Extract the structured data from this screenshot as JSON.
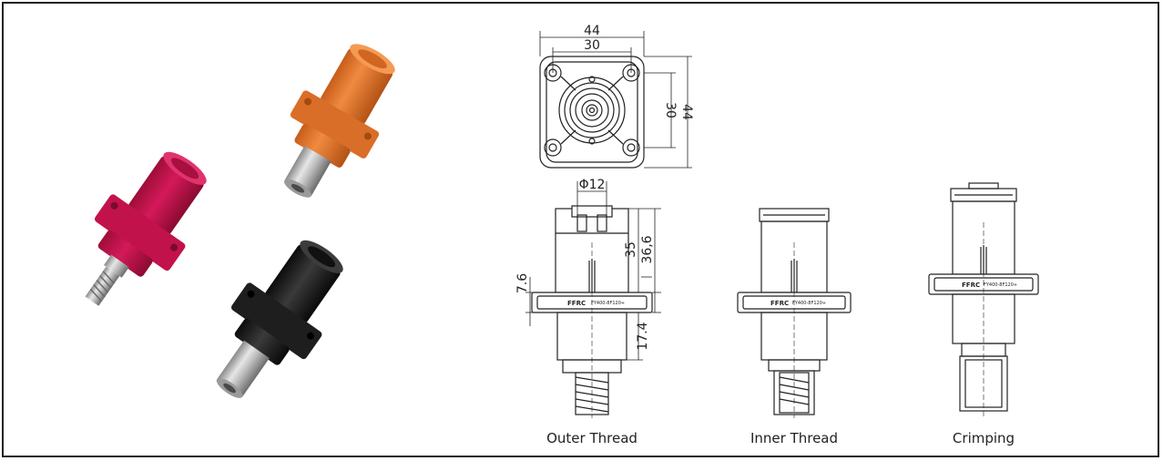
{
  "brand_mark": "FFRC",
  "part_marking": "FY400-8F120+",
  "product_photos": {
    "connectors": [
      {
        "color_name": "orange",
        "color": "#e8772e"
      },
      {
        "color_name": "crimson",
        "color": "#c8154a"
      },
      {
        "color_name": "black",
        "color": "#1c1c1c"
      }
    ]
  },
  "top_view": {
    "dim_outer_width": "44",
    "dim_inner_width": "30",
    "dim_inner_height": "30",
    "dim_outer_height": "44"
  },
  "side_views": {
    "dim_diameter": "Φ12",
    "dim_height_35": "35",
    "dim_height_36_6": "36,6",
    "dim_flange_7_6": "7.6",
    "dim_lower_17_4": "17.4"
  },
  "captions": {
    "outer_thread": "Outer Thread",
    "inner_thread": "Inner Thread",
    "crimping": "Crimping"
  },
  "colors": {
    "line": "#222222",
    "background": "#ffffff"
  }
}
